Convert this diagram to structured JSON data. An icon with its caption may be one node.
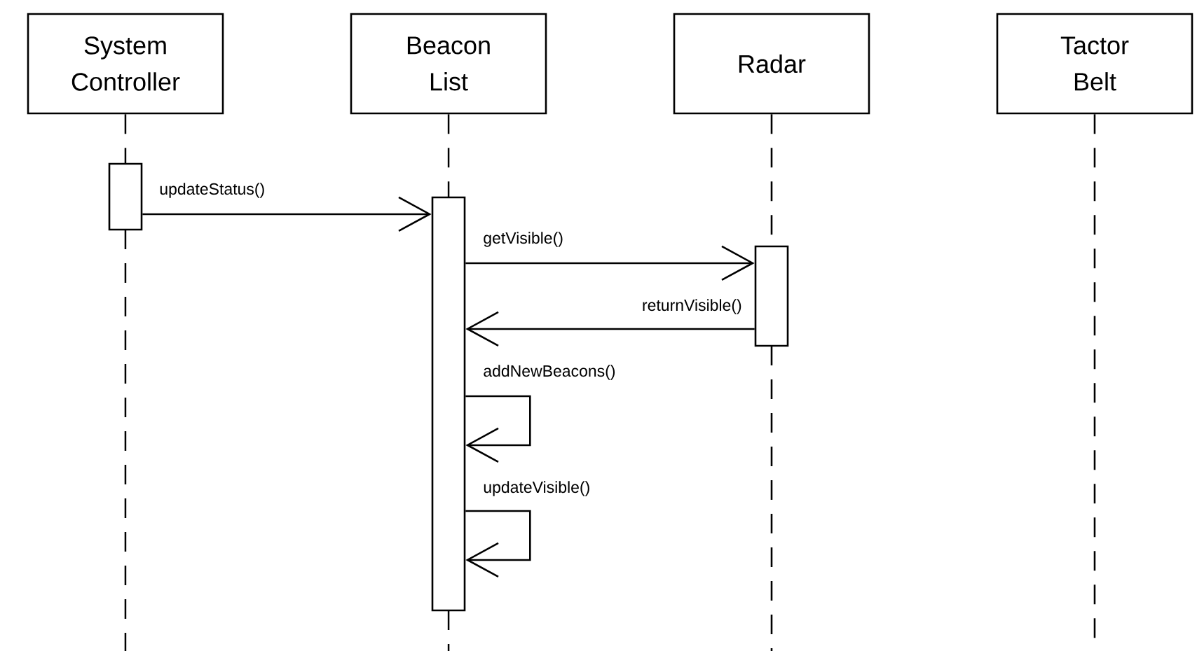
{
  "diagram": {
    "nodes": [
      {
        "text": [
          "System Controller"
        ]
      },
      {
        "text": [
          "Beacon List"
        ]
      },
      {
        "text": [
          "Radar"
        ]
      },
      {
        "text": [
          "Tactor Belt"
        ]
      },
      {
        "text": [],
        "shape": "bar"
      },
      {
        "text": [],
        "shape": "bar"
      },
      {
        "text": [],
        "shape": "bar"
      }
    ],
    "edges": [
      {
        "from": 0,
        "to": null,
        "arrow": "none",
        "style": "dashed"
      },
      {
        "from": 1,
        "to": null,
        "arrow": "none",
        "style": "dashed"
      },
      {
        "from": 2,
        "to": null,
        "arrow": "none",
        "style": "dashed"
      },
      {
        "from": 3,
        "to": null,
        "arrow": "none",
        "style": "dashed"
      },
      {
        "from": 4,
        "to": 5,
        "arrow": "to",
        "label": "updateStatus()"
      },
      {
        "from": 5,
        "to": 6,
        "arrow": "to",
        "label": "getVisible()"
      },
      {
        "from": 6,
        "to": 5,
        "arrow": "to",
        "label": "returnVisible()"
      },
      {
        "from": 5,
        "to": 5,
        "arrow": "to",
        "label": "addNewBeacons()"
      },
      {
        "from": 5,
        "to": 5,
        "arrow": "to",
        "label": "updateVisible()"
      }
    ]
  }
}
